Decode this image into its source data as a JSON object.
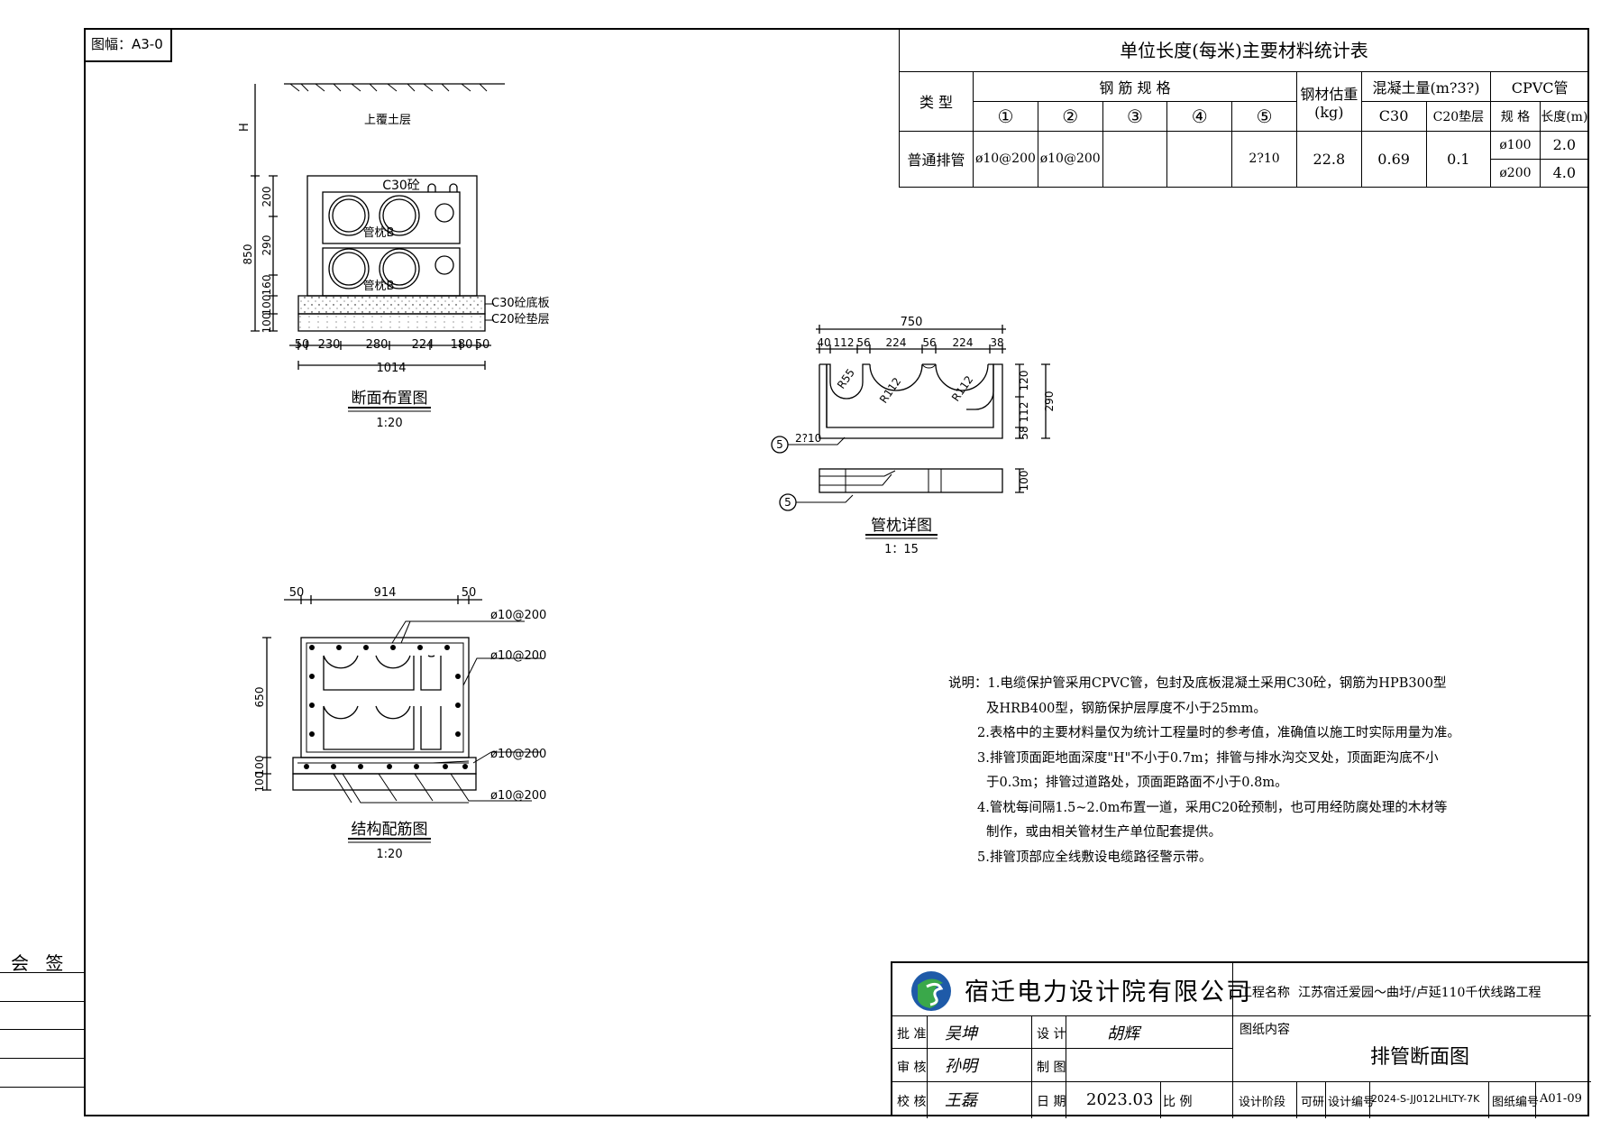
{
  "sheet_format": "图幅：A3-0",
  "countersign_label": "会 签",
  "material_table": {
    "title": "单位长度(每米)主要材料统计表",
    "col_type": "类 型",
    "col_rebar": "钢 筋 规 格",
    "rebar_cols": [
      "①",
      "②",
      "③",
      "④",
      "⑤"
    ],
    "col_steel_weight": "钢材估重",
    "col_steel_unit": "(kg)",
    "col_concrete": "混凝土量(m?3?)",
    "concrete_cols": [
      "C30",
      "C20垫层"
    ],
    "col_cpvc": "CPVC管",
    "cpvc_cols": [
      "规 格",
      "长度(m)"
    ],
    "row": {
      "type": "普通排管",
      "rebar": [
        "ø10@200",
        "ø10@200",
        "",
        "",
        "2?10"
      ],
      "steel_weight": "22.8",
      "c30": "0.69",
      "c20": "0.1",
      "cpvc": [
        {
          "spec": "ø100",
          "length": "2.0"
        },
        {
          "spec": "ø200",
          "length": "4.0"
        }
      ]
    }
  },
  "section_drawing": {
    "title": "断面布置图",
    "scale": "1:20",
    "overburden": "上覆土层",
    "H": "H",
    "c30_label": "C30砼",
    "pillow_label": "管枕B",
    "base_label": "C30砼底板",
    "cushion_label": "C20砼垫层",
    "dims_vertical": [
      "200",
      "290",
      "160",
      "100",
      "100"
    ],
    "dim_850": "850",
    "dims_horizontal": [
      "50",
      "230",
      "280",
      "224",
      "180",
      "50"
    ],
    "dim_total": "1014"
  },
  "pillow_detail": {
    "title": "管枕详图",
    "scale": "1：15",
    "dim_total": "750",
    "dims_top": [
      "40",
      "112",
      "56",
      "224",
      "56",
      "224",
      "38"
    ],
    "radii": [
      "R55",
      "R112",
      "R112"
    ],
    "dims_right": [
      "120",
      "112",
      "58"
    ],
    "dim_290": "290",
    "dim_100": "100",
    "bar_label": "2?10",
    "marker": "5"
  },
  "rebar_drawing": {
    "title": "结构配筋图",
    "scale": "1:20",
    "dims_top": [
      "50",
      "914",
      "50"
    ],
    "dim_650": "650",
    "dims_bottom": [
      "100",
      "100"
    ],
    "bar_labels": [
      "ø10@200",
      "ø10@200",
      "ø10@200",
      "ø10@200"
    ]
  },
  "notes": [
    "说明：1.电缆保护管采用CPVC管，包封及底板混凝土采用C30砼，钢筋为HPB300型",
    "及HRB400型，钢筋保护层厚度不小于25mm。",
    "2.表格中的主要材料量仅为统计工程量时的参考值，准确值以施工时实际用量为准。",
    "3.排管顶面距地面深度\"H\"不小于0.7m；排管与排水沟交叉处，顶面距沟底不小",
    "于0.3m；排管过道路处，顶面距路面不小于0.8m。",
    "4.管枕每间隔1.5~2.0m布置一道，采用C20砼预制，也可用经防腐处理的木材等",
    "制作，或由相关管材生产单位配套提供。",
    "5.排管顶部应全线敷设电缆路径警示带。"
  ],
  "title_block": {
    "company": "宿迁电力设计院有限公司",
    "project_label": "工程名称",
    "project_name": "江苏宿迁爱园～曲圩/卢延110千伏线路工程",
    "approve": "批 准",
    "review": "审 核",
    "check": "校 核",
    "design": "设 计",
    "draw": "制 图",
    "date_label": "日 期",
    "date": "2023.03",
    "scale_label": "比 例",
    "content_label": "图纸内容",
    "drawing_title": "排管断面图",
    "stage_label": "设计阶段",
    "stage": "可研",
    "design_no_label": "设计编号",
    "design_no": "2024-S-JJ012LHLTY-7K",
    "drawing_no_label": "图纸编号",
    "drawing_no": "A01-09",
    "signatures": [
      "吴坤",
      "孙明",
      "王磊",
      "胡辉"
    ]
  }
}
